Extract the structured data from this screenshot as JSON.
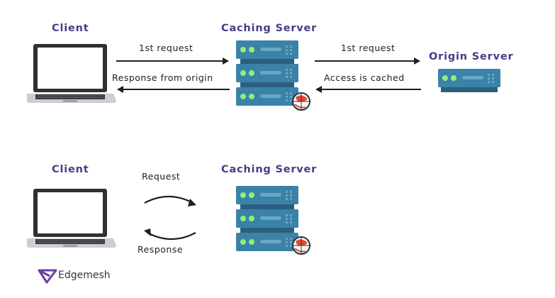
{
  "top_diagram": {
    "client_label": "Client",
    "caching_server_label": "Caching Server",
    "origin_server_label": "Origin Server",
    "client_to_cache_request": "1st request",
    "cache_to_client_response": "Response from origin",
    "cache_to_origin_request": "1st request",
    "origin_to_cache_response": "Access is cached"
  },
  "bottom_diagram": {
    "client_label": "Client",
    "caching_server_label": "Caching Server",
    "request_label": "Request",
    "response_label": "Response"
  },
  "brand": {
    "name": "Edgemesh"
  },
  "colors": {
    "heading": "#4a3a8a",
    "server_body": "#3b82a8",
    "server_dark": "#2b5f7e",
    "server_led": "#8ef07a",
    "laptop_frame": "#2f3033",
    "laptop_base": "#c9ced3",
    "globe_badge": "#e34a3a",
    "logo": "#6a3fa0"
  },
  "icons": {
    "laptop": "laptop-icon",
    "server_stack": "server-stack-icon",
    "single_server": "server-icon",
    "cache_badge": "globe-badge-icon",
    "cycle_arrows": "cycle-arrows-icon",
    "logo": "edgemesh-logo-icon"
  }
}
